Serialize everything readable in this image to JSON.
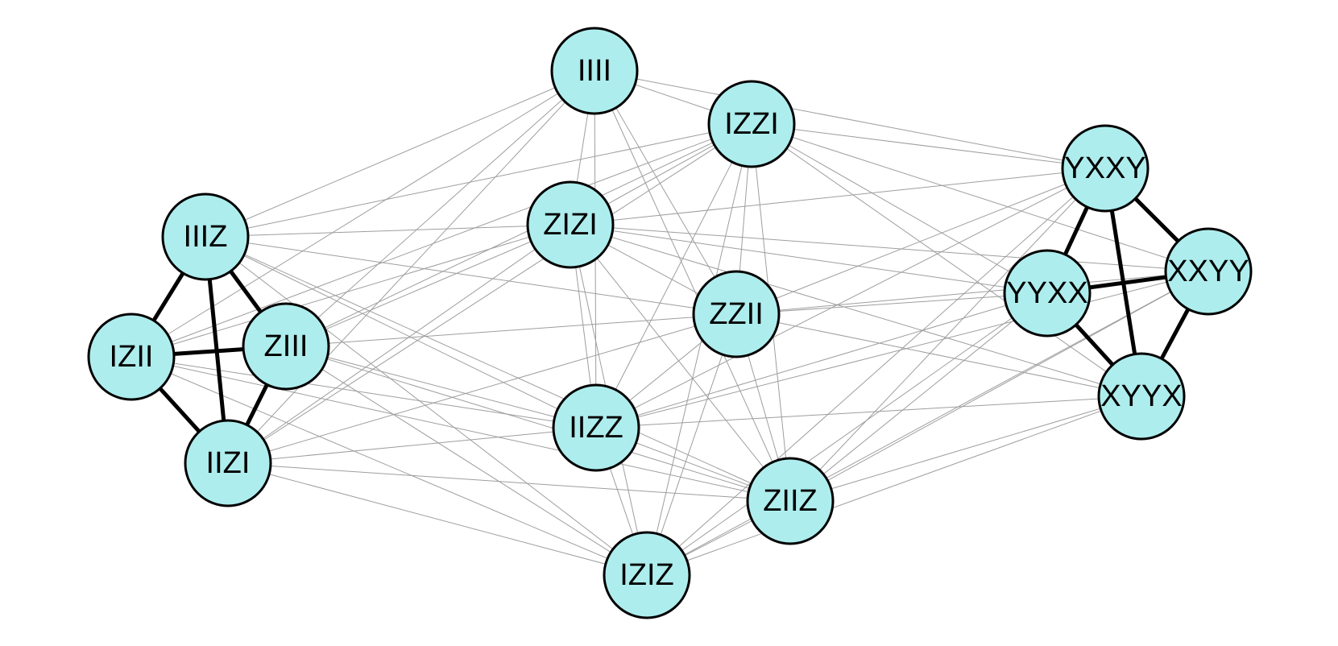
{
  "colors": {
    "node_fill": "#aeeded",
    "node_stroke": "#000000",
    "thin_edge": "#9e9e9e",
    "thick_edge": "#000000",
    "background": "#ffffff"
  },
  "nodes": [
    {
      "id": "IIII",
      "label": "IIII"
    },
    {
      "id": "IZZI",
      "label": "IZZI"
    },
    {
      "id": "YXXY",
      "label": "YXXY"
    },
    {
      "id": "IIIZ",
      "label": "IIIZ"
    },
    {
      "id": "ZIZI",
      "label": "ZIZI"
    },
    {
      "id": "XXYY",
      "label": "XXYY"
    },
    {
      "id": "ZZII",
      "label": "ZZII"
    },
    {
      "id": "YYXX",
      "label": "YYXX"
    },
    {
      "id": "IZII",
      "label": "IZII"
    },
    {
      "id": "ZIII",
      "label": "ZIII"
    },
    {
      "id": "XYYX",
      "label": "XYYX"
    },
    {
      "id": "IIZZ",
      "label": "IIZZ"
    },
    {
      "id": "IIZI",
      "label": "IIZI"
    },
    {
      "id": "ZIIZ",
      "label": "ZIIZ"
    },
    {
      "id": "IZIZ",
      "label": "IZIZ"
    }
  ],
  "thick_edges": [
    [
      "IIIZ",
      "IZII"
    ],
    [
      "IIIZ",
      "ZIII"
    ],
    [
      "IIIZ",
      "IIZI"
    ],
    [
      "IZII",
      "ZIII"
    ],
    [
      "IZII",
      "IIZI"
    ],
    [
      "ZIII",
      "IIZI"
    ],
    [
      "YXXY",
      "YYXX"
    ],
    [
      "YXXY",
      "XXYY"
    ],
    [
      "YXXY",
      "XYYX"
    ],
    [
      "YYXX",
      "XXYY"
    ],
    [
      "YYXX",
      "XYYX"
    ],
    [
      "XXYY",
      "XYYX"
    ]
  ],
  "thin_edges": [
    [
      "IIII",
      "IZZI"
    ],
    [
      "IIII",
      "YXXY"
    ],
    [
      "IIII",
      "IIIZ"
    ],
    [
      "IIII",
      "ZIZI"
    ],
    [
      "IIII",
      "ZZII"
    ],
    [
      "IIII",
      "IZII"
    ],
    [
      "IIII",
      "ZIII"
    ],
    [
      "IIII",
      "IIZZ"
    ],
    [
      "IIII",
      "IIZI"
    ],
    [
      "IIII",
      "ZIIZ"
    ],
    [
      "IZZI",
      "YXXY"
    ],
    [
      "IZZI",
      "IIIZ"
    ],
    [
      "IZZI",
      "ZIZI"
    ],
    [
      "IZZI",
      "XXYY"
    ],
    [
      "IZZI",
      "ZZII"
    ],
    [
      "IZZI",
      "YYXX"
    ],
    [
      "IZZI",
      "IZII"
    ],
    [
      "IZZI",
      "ZIII"
    ],
    [
      "IZZI",
      "XYYX"
    ],
    [
      "IZZI",
      "IIZZ"
    ],
    [
      "IZZI",
      "IIZI"
    ],
    [
      "IZZI",
      "ZIIZ"
    ],
    [
      "IZZI",
      "IZIZ"
    ],
    [
      "YXXY",
      "ZIZI"
    ],
    [
      "YXXY",
      "ZZII"
    ],
    [
      "YXXY",
      "IIZZ"
    ],
    [
      "YXXY",
      "ZIIZ"
    ],
    [
      "YXXY",
      "IZIZ"
    ],
    [
      "IIIZ",
      "ZIZI"
    ],
    [
      "IIIZ",
      "ZZII"
    ],
    [
      "IIIZ",
      "IIZZ"
    ],
    [
      "IIIZ",
      "ZIIZ"
    ],
    [
      "IIIZ",
      "IZIZ"
    ],
    [
      "ZIZI",
      "XXYY"
    ],
    [
      "ZIZI",
      "ZZII"
    ],
    [
      "ZIZI",
      "YYXX"
    ],
    [
      "ZIZI",
      "IZII"
    ],
    [
      "ZIZI",
      "ZIII"
    ],
    [
      "ZIZI",
      "XYYX"
    ],
    [
      "ZIZI",
      "IIZZ"
    ],
    [
      "ZIZI",
      "IIZI"
    ],
    [
      "ZIZI",
      "ZIIZ"
    ],
    [
      "ZIZI",
      "IZIZ"
    ],
    [
      "XXYY",
      "ZZII"
    ],
    [
      "XXYY",
      "IIZZ"
    ],
    [
      "XXYY",
      "ZIIZ"
    ],
    [
      "XXYY",
      "IZIZ"
    ],
    [
      "ZZII",
      "YYXX"
    ],
    [
      "ZZII",
      "ZIII"
    ],
    [
      "ZZII",
      "XYYX"
    ],
    [
      "ZZII",
      "IIZZ"
    ],
    [
      "ZZII",
      "IIZI"
    ],
    [
      "ZZII",
      "ZIIZ"
    ],
    [
      "ZZII",
      "IZIZ"
    ],
    [
      "YYXX",
      "IIZZ"
    ],
    [
      "YYXX",
      "ZIIZ"
    ],
    [
      "YYXX",
      "IZIZ"
    ],
    [
      "IZII",
      "IIZZ"
    ],
    [
      "IZII",
      "ZIIZ"
    ],
    [
      "IZII",
      "IZIZ"
    ],
    [
      "ZIII",
      "IIZZ"
    ],
    [
      "ZIII",
      "ZIIZ"
    ],
    [
      "ZIII",
      "IZIZ"
    ],
    [
      "XYYX",
      "IIZZ"
    ],
    [
      "XYYX",
      "ZIIZ"
    ],
    [
      "XYYX",
      "IZIZ"
    ],
    [
      "IIZZ",
      "IIZI"
    ],
    [
      "IIZZ",
      "ZIIZ"
    ],
    [
      "IIZZ",
      "IZIZ"
    ],
    [
      "IIZI",
      "ZIIZ"
    ],
    [
      "IIZI",
      "IZIZ"
    ],
    [
      "ZIIZ",
      "IZIZ"
    ]
  ]
}
